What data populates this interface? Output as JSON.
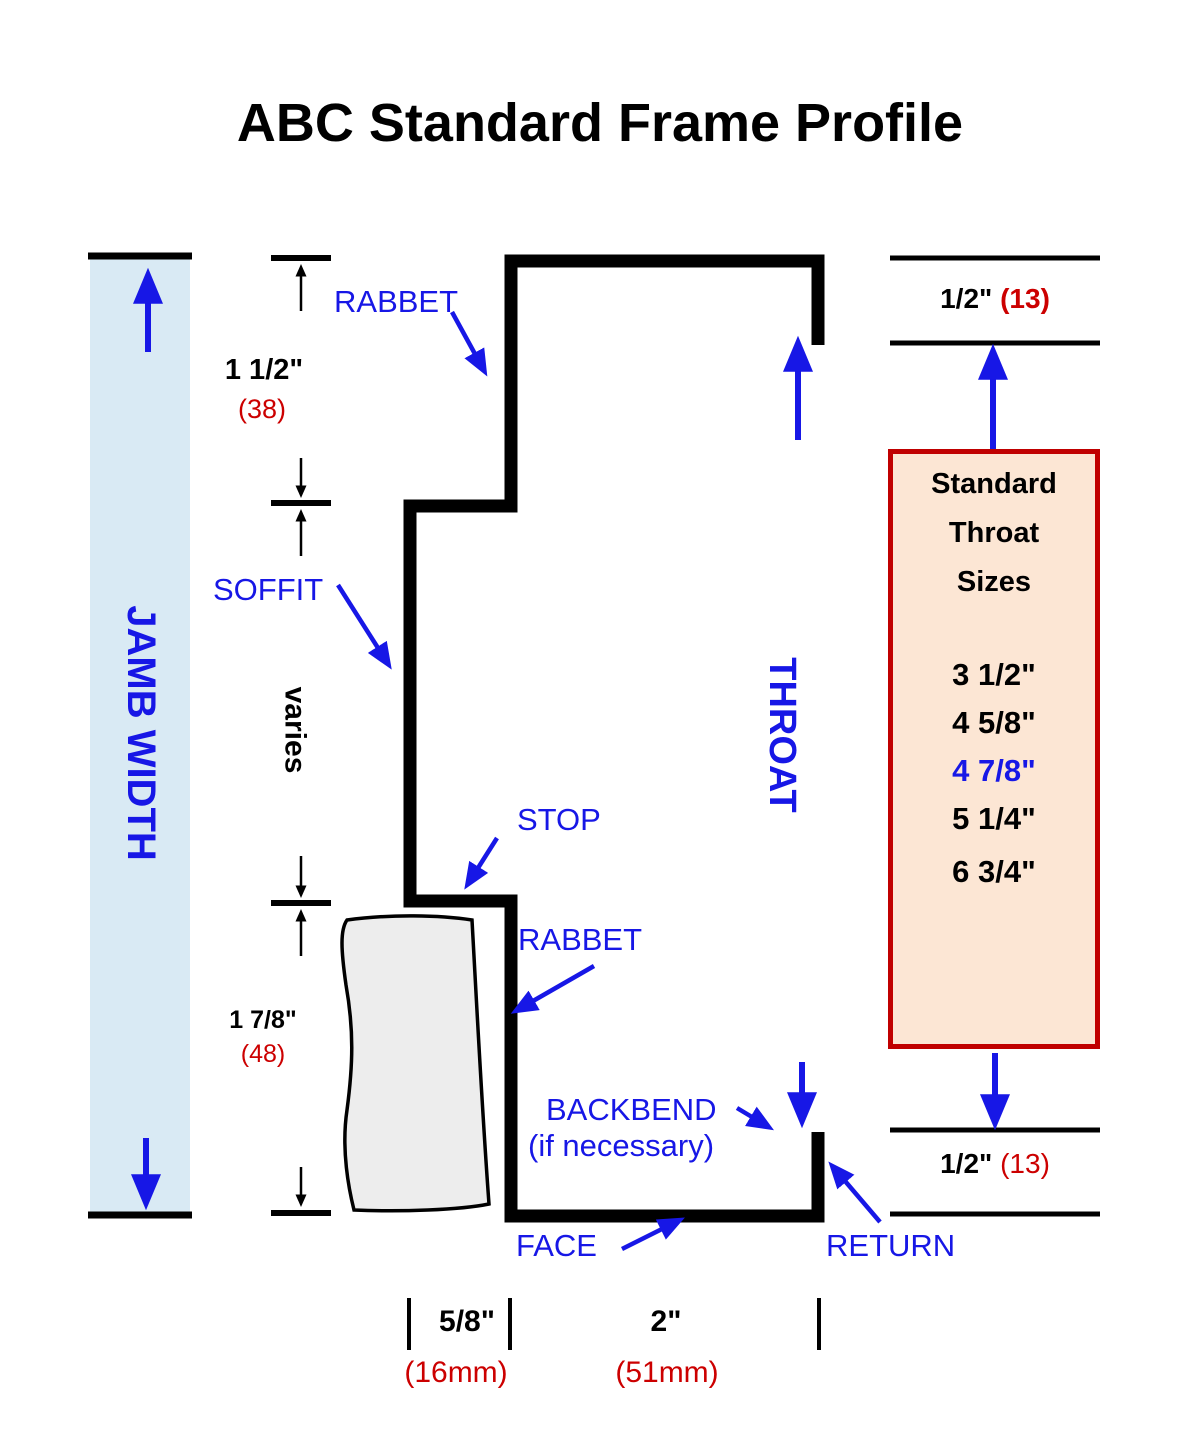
{
  "title": "ABC Standard Frame Profile",
  "colors": {
    "accent_blue": "#1717e6",
    "dimension_red": "#cc0000",
    "jamb_bar_fill": "#d9eaf4",
    "throat_box_fill": "#fce6d4",
    "throat_box_border": "#c00000",
    "wall_section_fill": "#ededed",
    "profile_line": "#000000"
  },
  "labels": {
    "jamb_width": "JAMB WIDTH",
    "varies": "varies",
    "throat": "THROAT",
    "rabbet_top": "RABBET",
    "soffit": "SOFFIT",
    "stop": "STOP",
    "rabbet_bottom": "RABBET",
    "backbend": "BACKBEND",
    "backbend_note": "(if necessary)",
    "face": "FACE",
    "return": "RETURN"
  },
  "dimensions": {
    "head_rabbet": {
      "value": "1 1/2\"",
      "metric": "(38)"
    },
    "stop_height": {
      "value": "1 7/8\"",
      "metric": "(48)"
    },
    "return_top": {
      "value": "1/2\"",
      "metric": "(13)"
    },
    "return_bottom": {
      "value": "1/2\"",
      "metric": "(13)"
    },
    "stop_width": {
      "value": "5/8\"",
      "metric": "(16mm)"
    },
    "face_width": {
      "value": "2\"",
      "metric": "(51mm)"
    }
  },
  "throat_box": {
    "heading": [
      "Standard",
      "Throat",
      "Sizes"
    ],
    "sizes": [
      {
        "label": "3 1/2\"",
        "highlight": false
      },
      {
        "label": "4 5/8\"",
        "highlight": false
      },
      {
        "label": "4 7/8\"",
        "highlight": true
      },
      {
        "label": "5 1/4\"",
        "highlight": false
      },
      {
        "label": "6 3/4\"",
        "highlight": false
      }
    ]
  }
}
